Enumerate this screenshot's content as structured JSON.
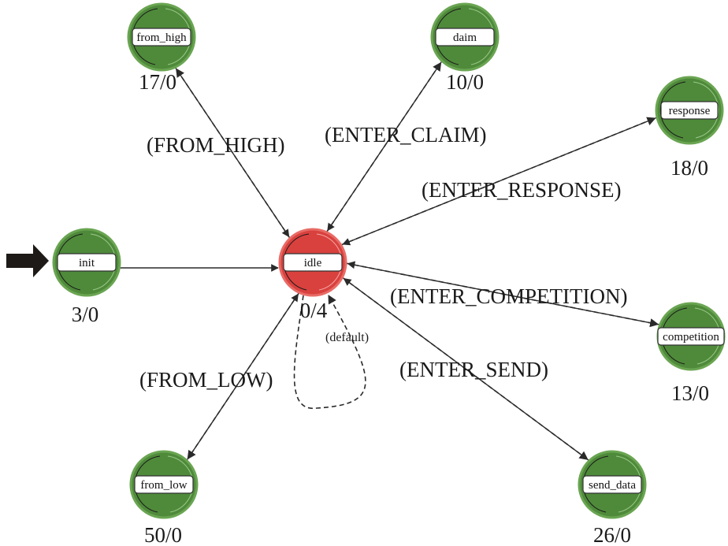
{
  "diagram": {
    "type": "state-machine",
    "colors": {
      "normal_state": "#4e8a3a",
      "normal_state_ring": "#6aa552",
      "active_state": "#d9413e",
      "active_state_ring": "#e86b66",
      "edge": "#2a2a2a",
      "initial_arrow": "#1e1a17"
    },
    "states": [
      {
        "id": "from_high",
        "name": "from_high",
        "count": "17/0",
        "active": false
      },
      {
        "id": "claim",
        "name": "daim",
        "count": "10/0",
        "active": false
      },
      {
        "id": "response",
        "name": "response",
        "count": "18/0",
        "active": false
      },
      {
        "id": "init",
        "name": "init",
        "count": "3/0",
        "active": false,
        "initial": true
      },
      {
        "id": "idle",
        "name": "idle",
        "count": "0/4",
        "active": true
      },
      {
        "id": "competition",
        "name": "competition",
        "count": "13/0",
        "active": false
      },
      {
        "id": "from_low",
        "name": "from_low",
        "count": "50/0",
        "active": false
      },
      {
        "id": "send_data",
        "name": "send_data",
        "count": "26/0",
        "active": false
      }
    ],
    "transitions": [
      {
        "from": "init",
        "to": "idle",
        "style": "solid",
        "label": ""
      },
      {
        "from": "from_high",
        "to": "idle",
        "style": "solid",
        "label": ""
      },
      {
        "from": "idle",
        "to": "from_high",
        "style": "dashed",
        "label": "(FROM_HIGH)"
      },
      {
        "from": "idle",
        "to": "claim",
        "style": "dashed",
        "label": "(ENTER_CLAIM)"
      },
      {
        "from": "claim",
        "to": "idle",
        "style": "solid",
        "label": ""
      },
      {
        "from": "idle",
        "to": "response",
        "style": "dashed",
        "label": "(ENTER_RESPONSE)"
      },
      {
        "from": "response",
        "to": "idle",
        "style": "solid",
        "label": ""
      },
      {
        "from": "idle",
        "to": "competition",
        "style": "dashed",
        "label": "(ENTER_COMPETITION)"
      },
      {
        "from": "competition",
        "to": "idle",
        "style": "solid",
        "label": ""
      },
      {
        "from": "idle",
        "to": "send_data",
        "style": "dashed",
        "label": "(ENTER_SEND)"
      },
      {
        "from": "send_data",
        "to": "idle",
        "style": "solid",
        "label": ""
      },
      {
        "from": "idle",
        "to": "from_low",
        "style": "dashed",
        "label": "(FROM_LOW)"
      },
      {
        "from": "from_low",
        "to": "idle",
        "style": "solid",
        "label": ""
      },
      {
        "from": "idle",
        "to": "idle",
        "style": "dashed",
        "label": "(default)"
      }
    ]
  }
}
